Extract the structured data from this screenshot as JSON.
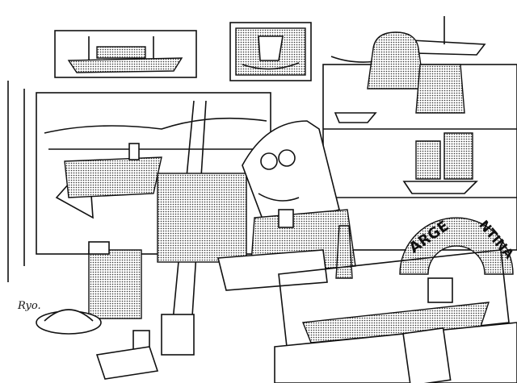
{
  "illustration": {
    "life_ring_text_left": "ARGE",
    "life_ring_text_right": "NTINA",
    "signature": "Ryo."
  }
}
